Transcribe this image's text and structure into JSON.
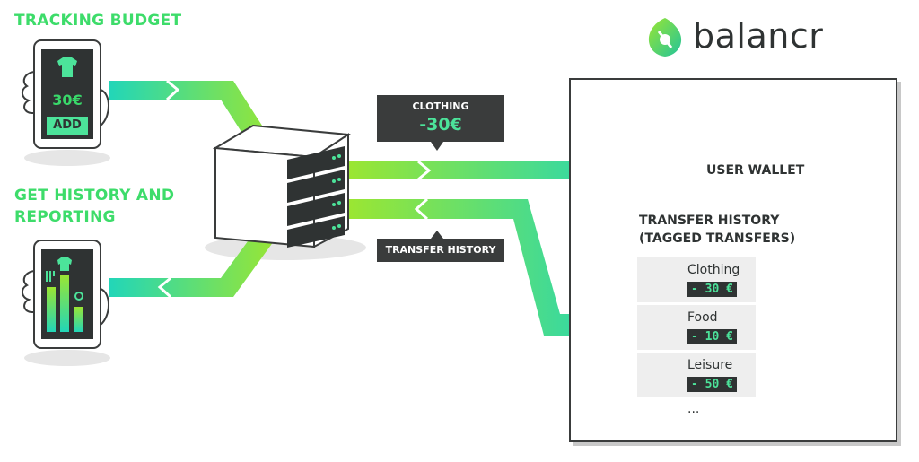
{
  "brand": {
    "name": "balancr"
  },
  "left": {
    "tracking_title": "TRACKING BUDGET",
    "history_title_line1": "GET HISTORY AND",
    "history_title_line2": "REPORTING",
    "phone1": {
      "amount": "30€",
      "button": "ADD"
    }
  },
  "callouts": {
    "clothing_label": "CLOTHING",
    "clothing_amount": "-30€",
    "transfer_history": "TRANSFER HISTORY"
  },
  "panel": {
    "wallet_label": "USER WALLET",
    "history_title_line1": "TRANSFER HISTORY",
    "history_title_line2": "(TAGGED TRANSFERS)",
    "items": [
      {
        "name": "Clothing",
        "amount": "- 30 €",
        "icon": "shirt-icon"
      },
      {
        "name": "Food",
        "amount": "- 10 €",
        "icon": "fork-knife-icon"
      },
      {
        "name": "Leisure",
        "amount": "- 50 €",
        "icon": "glasses-cheers-icon"
      }
    ],
    "more": "..."
  },
  "colors": {
    "green": "#3ddc6a",
    "teal": "#22d6b8",
    "lime": "#8ee63a",
    "dark": "#3a3c3c"
  }
}
